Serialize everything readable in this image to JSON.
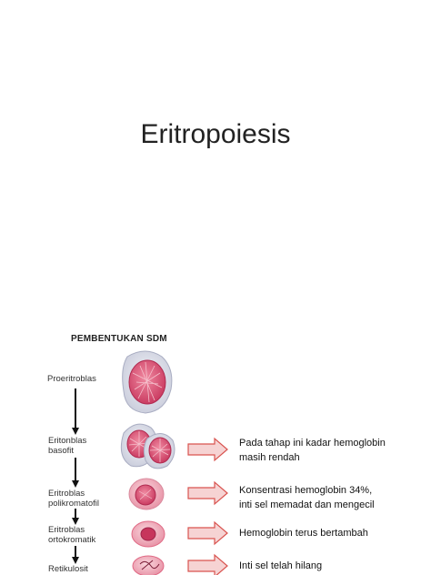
{
  "slide": {
    "title": "Eritropoiesis"
  },
  "diagram": {
    "title": "PEMBENTUKAN SDM",
    "stages": [
      {
        "line1": "Proeritroblas",
        "line2": ""
      },
      {
        "line1": "Eritonblas",
        "line2": "basofit"
      },
      {
        "line1": "Eritroblas",
        "line2": "polikromatofil"
      },
      {
        "line1": "Eritroblas",
        "line2": "ortokromatik"
      },
      {
        "line1": "Retikulosit",
        "line2": ""
      }
    ],
    "notes": [
      {
        "line1": "Pada tahap ini kadar hemoglobin",
        "line2": "masih rendah"
      },
      {
        "line1": "Konsentrasi hemoglobin 34%,",
        "line2": "inti sel memadat  dan mengecil"
      },
      {
        "line1": "Hemoglobin terus bertambah",
        "line2": ""
      },
      {
        "line1": "Inti sel telah hilang",
        "line2": ""
      }
    ],
    "colors": {
      "arrow_fill": "#f6d3d3",
      "arrow_stroke": "#d9534f",
      "cell_nucleus": "#d9476b",
      "cell_cytoplasm": "#e6e8f1"
    }
  }
}
